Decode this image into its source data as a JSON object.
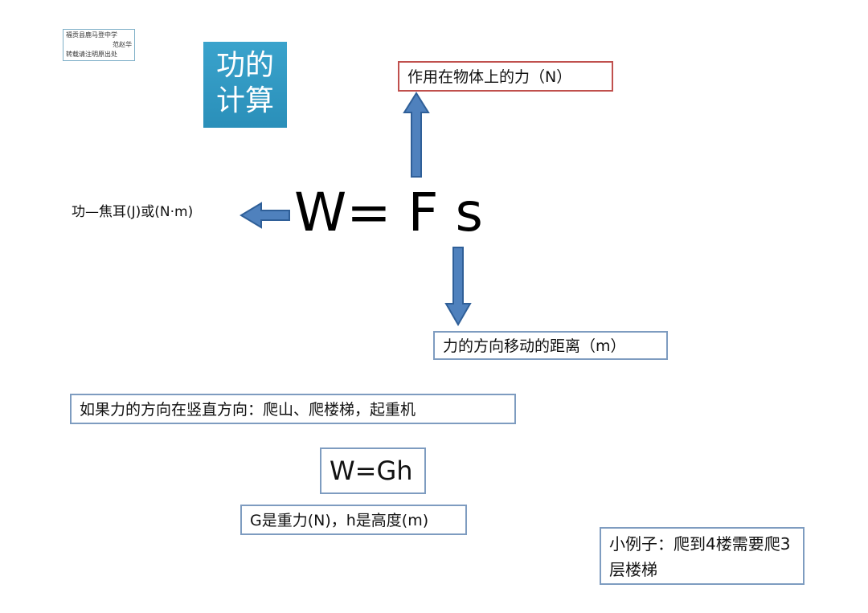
{
  "stamp": {
    "line1": "福贡县鹿马登中学",
    "line2": "范赵华",
    "line3": "转载请注明原出处"
  },
  "title": {
    "line1": "功的",
    "line2": "计算"
  },
  "formula": "W= F s",
  "labels": {
    "force": "作用在物体上的力（N）",
    "work_unit": "功—焦耳(J)或(N·m)",
    "distance": "力的方向移动的距离（m）"
  },
  "vertical_case": "如果力的方向在竖直方向：爬山、爬楼梯，起重机",
  "formula_gh": "W=Gh",
  "gh_definition": "G是重力(N)，h是高度(m)",
  "example": "小例子：爬到4楼需要爬3层楼梯",
  "colors": {
    "title_bg": "#2a97c2",
    "arrow_fill": "#4f81bd",
    "arrow_stroke": "#2f5f98",
    "box_border": "#7e9cc0",
    "force_box_border": "#c0504d"
  },
  "icons": {
    "up_arrow": "up-arrow-icon",
    "left_arrow": "left-arrow-icon",
    "down_arrow": "down-arrow-icon"
  }
}
